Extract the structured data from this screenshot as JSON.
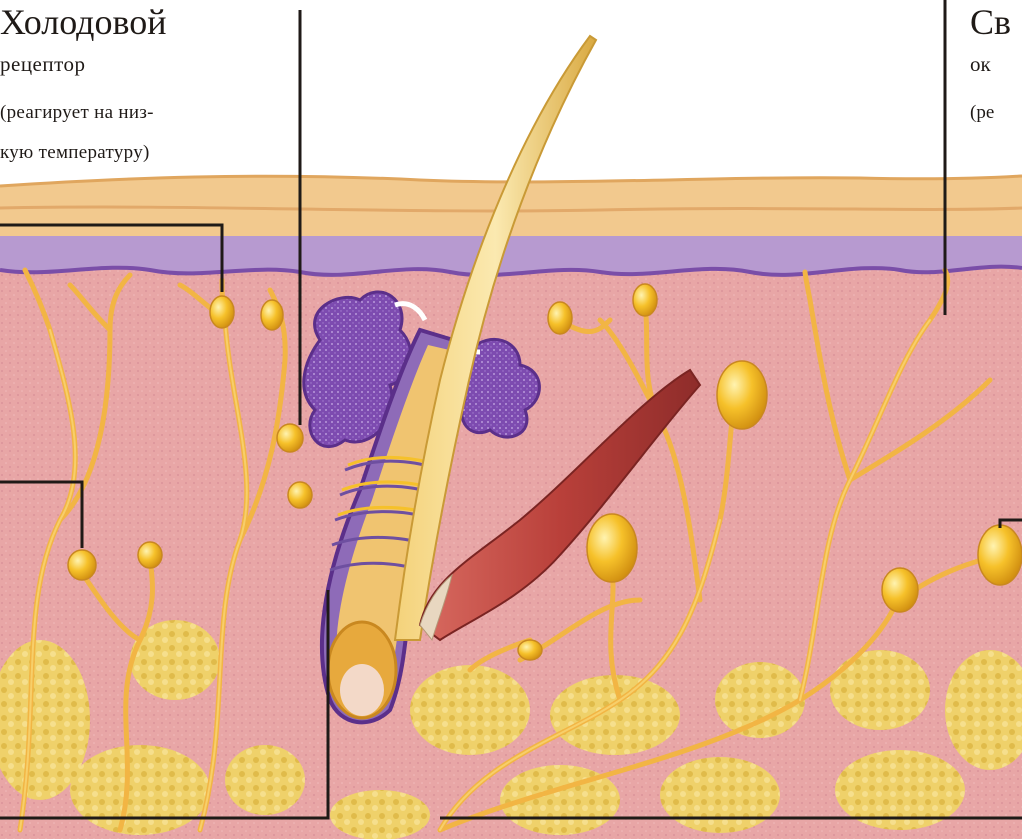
{
  "labels": {
    "cold_receptor": {
      "title": "Холодовой",
      "line2": "рецептор",
      "line3": "(реагирует на низ-",
      "line4": "кую температуру)"
    },
    "right_cut": {
      "title": "Св",
      "line2": "ок",
      "line3": "(ре"
    }
  },
  "colors": {
    "dermis": "#e8a6a6",
    "epidermis": "#f2c98e",
    "basal_layer": "#b79ad0",
    "nerve": "#f2b544",
    "receptor": "#f6c12a",
    "gland": "#7d4bb0",
    "muscle": "#b9403a",
    "fat": "#efd16a",
    "leader_line": "#1f1a17"
  }
}
